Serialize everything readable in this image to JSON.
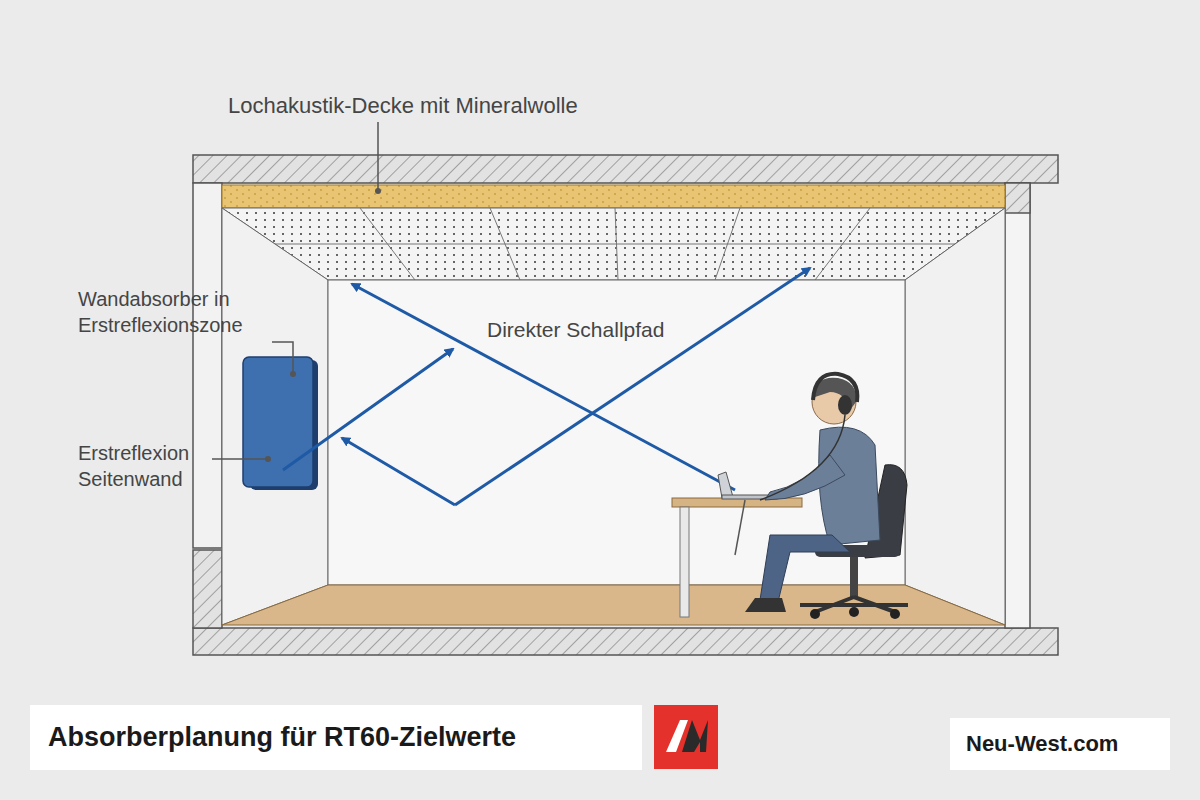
{
  "diagram": {
    "title": "Absorberplanung für RT60-Zielwerte",
    "labels": [
      "Lochakustik-Decke mit Mineralwolle",
      "Wandabsorber in Erstreflexionszone",
      "Erstreflexion Seitenwand",
      "Direkter Schallpfad",
      "Neu-West.com"
    ]
  }
}
